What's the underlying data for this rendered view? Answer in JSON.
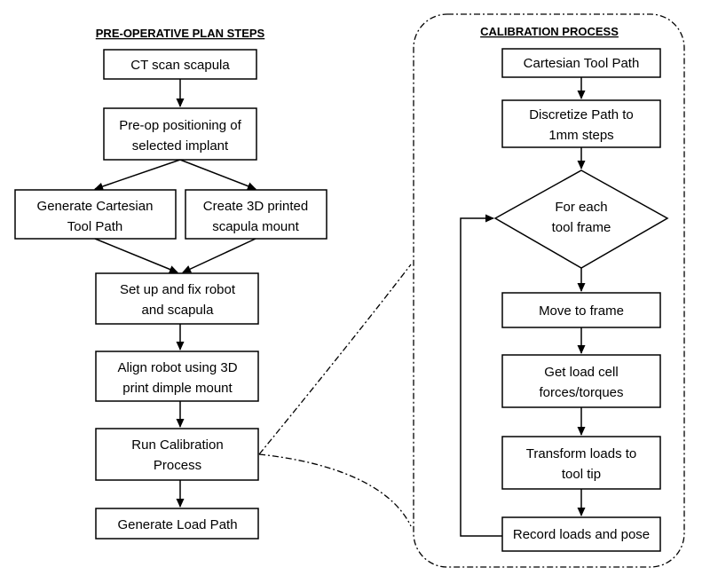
{
  "headers": {
    "left": "PRE-OPERATIVE PLAN STEPS",
    "right": "CALIBRATION PROCESS"
  },
  "pre_op": {
    "ct_scan": [
      "CT scan scapula"
    ],
    "positioning": [
      "Pre-op positioning of",
      "selected implant"
    ],
    "cartesian": [
      "Generate Cartesian",
      "Tool Path"
    ],
    "mount": [
      "Create 3D printed",
      "scapula mount"
    ],
    "setup": [
      "Set up and fix robot",
      "and scapula"
    ],
    "align": [
      "Align robot using 3D",
      "print dimple mount"
    ],
    "run_calib": [
      "Run Calibration",
      "Process"
    ],
    "load_path": [
      "Generate Load Path"
    ]
  },
  "calibration": {
    "tool_path": [
      "Cartesian Tool Path"
    ],
    "discretize": [
      "Discretize Path to",
      "1mm steps"
    ],
    "for_each": [
      "For each",
      "tool frame"
    ],
    "move": [
      "Move to frame"
    ],
    "get_load": [
      "Get load cell",
      "forces/torques"
    ],
    "transform": [
      "Transform loads to",
      "tool tip"
    ],
    "record": [
      "Record loads and pose"
    ]
  }
}
